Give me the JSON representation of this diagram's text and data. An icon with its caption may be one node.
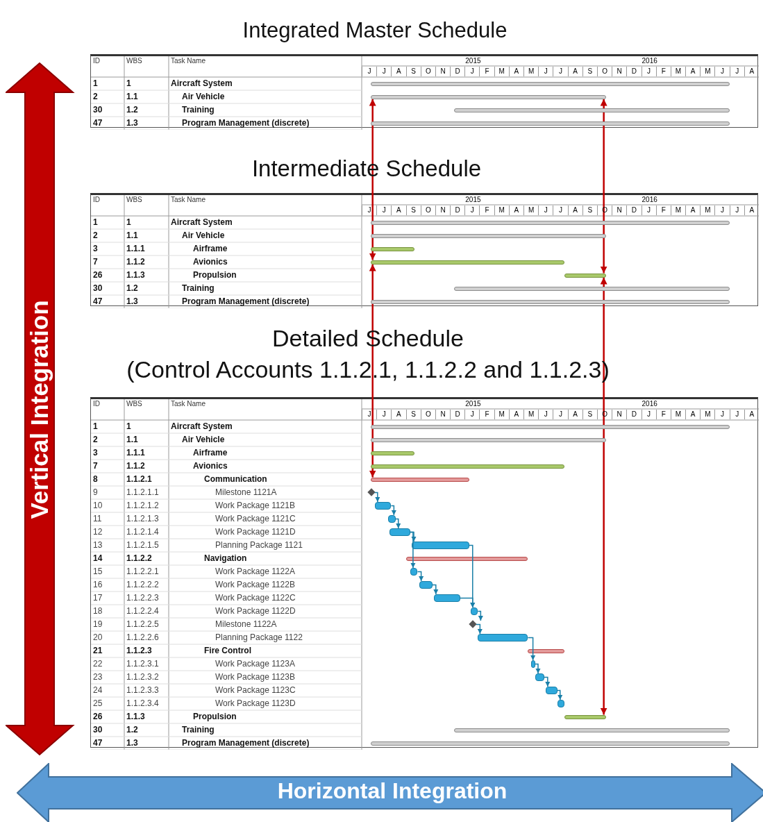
{
  "diagram": {
    "title": "Integrated Master Schedule",
    "nodes": [
      {
        "text": [],
        "shape": "bar"
      },
      {
        "text": [],
        "shape": "bar"
      },
      {
        "text": [],
        "shape": "bar"
      },
      {
        "text": [],
        "shape": "bar"
      },
      {
        "text": [],
        "shape": "bar"
      }
    ],
    "edges": [
      {
        "from": 0,
        "to": 1,
        "arrow": "both"
      },
      {
        "from": 0,
        "to": 2,
        "arrow": "both"
      },
      {
        "from": 1,
        "to": 3,
        "arrow": "both"
      },
      {
        "from": 2,
        "to": 4,
        "arrow": "both"
      }
    ],
    "labels": [
      "ID",
      "WBS",
      "Task Name",
      "2015",
      "2016",
      "J",
      "J",
      "A",
      "S",
      "O",
      "N",
      "D",
      "J",
      "F",
      "M",
      "A",
      "M",
      "J",
      "J",
      "A",
      "S",
      "O",
      "N",
      "D",
      "J",
      "F",
      "M",
      "A",
      "M",
      "J",
      "J",
      "A",
      "1",
      "1",
      "Aircraft System",
      "2",
      "1.1",
      "Air Vehicle",
      "30",
      "1.2",
      "Training",
      "47",
      "1.3",
      "Program Management (discrete)",
      "Intermediate Schedule",
      "ID",
      "WBS",
      "Task Name",
      "2015",
      "2016",
      "J",
      "J",
      "A",
      "S",
      "O",
      "N",
      "D",
      "J",
      "F",
      "M",
      "A",
      "M",
      "J",
      "J",
      "A",
      "S",
      "O",
      "N",
      "D",
      "J",
      "F",
      "M",
      "A",
      "M",
      "J",
      "J",
      "A",
      "1",
      "1",
      "Aircraft System",
      "2",
      "1.1",
      "Air Vehicle",
      "3",
      "1.1.1",
      "Airframe",
      "7",
      "1.1.2",
      "Avionics",
      "26",
      "1.1.3",
      "Propulsion",
      "30",
      "1.2",
      "Training",
      "47",
      "1.3",
      "Program Management (discrete)",
      "Detailed Schedule",
      "(Control Accounts 1.1.2.1, 1.1.2.2 and 1.1.2.3)",
      "ID",
      "WBS",
      "Task Name",
      "2015",
      "2016",
      "J",
      "J",
      "A",
      "S",
      "O",
      "N",
      "D",
      "J",
      "F",
      "M",
      "A",
      "M",
      "J",
      "J",
      "A",
      "S",
      "O",
      "N",
      "D",
      "J",
      "F",
      "M",
      "A",
      "M",
      "J",
      "J",
      "A",
      "1",
      "1",
      "Aircraft System",
      "2",
      "1.1",
      "Air Vehicle",
      "3",
      "1.1.1",
      "Airframe",
      "7",
      "1.1.2",
      "Avionics",
      "8",
      "1.1.2.1",
      "Communication",
      "9",
      "1.1.2.1.1",
      "Milestone 1121A",
      "10",
      "1.1.2.1.2",
      "Work Package 1121B",
      "11",
      "1.1.2.1.3",
      "Work Package 1121C",
      "12",
      "1.1.2.1.4",
      "Work Package 1121D",
      "13",
      "1.1.2.1.5",
      "Planning Package 1121",
      "14",
      "1.1.2.2",
      "Navigation",
      "15",
      "1.1.2.2.1",
      "Work Package 1122A",
      "16",
      "1.1.2.2.2",
      "Work Package 1122B",
      "17",
      "1.1.2.2.3",
      "Work Package 1122C",
      "18",
      "1.1.2.2.4",
      "Work Package 1122D",
      "19",
      "1.1.2.2.5",
      "Milestone 1122A",
      "20",
      "1.1.2.2.6",
      "Planning Package 1122",
      "21",
      "1.1.2.3",
      "Fire Control",
      "22",
      "1.1.2.3.1",
      "Work Package 1123A",
      "23",
      "1.1.2.3.2",
      "Work Package 1123B",
      "24",
      "1.1.2.3.3",
      "Work Package 1123C",
      "25",
      "1.1.2.3.4",
      "Work Package 1123D",
      "26",
      "1.1.3",
      "Propulsion",
      "30",
      "1.2",
      "Training",
      "47",
      "1.3",
      "Program Management (discrete)",
      "Vertical Integration",
      "Horizontal Integration"
    ]
  }
}
